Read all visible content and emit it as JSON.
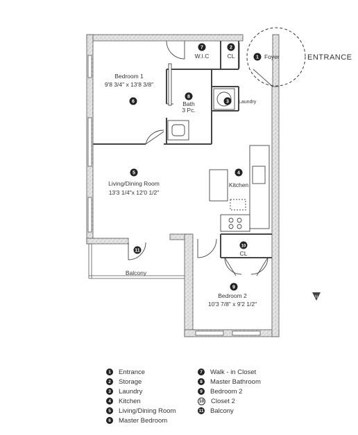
{
  "entrance_label": "ENTRANCE",
  "rooms": {
    "foyer": {
      "num": "1",
      "name": "Foyer"
    },
    "storage": {
      "num": "2",
      "name": "CL"
    },
    "laundry": {
      "num": "3",
      "name": "Laundry"
    },
    "kitchen": {
      "num": "4",
      "name": "Kitchen"
    },
    "living": {
      "num": "5",
      "name": "Living/Dining Room",
      "dims": "13'3 1/4\"x 12'0 1/2\""
    },
    "master": {
      "num": "6",
      "name": "Bedroom 1",
      "dims": "9'8 3/4\" x 13'8 3/8\""
    },
    "wic": {
      "num": "7",
      "name": "W.I.C"
    },
    "bath": {
      "num": "8",
      "name": "Bath",
      "sub": "3 Pc."
    },
    "bedroom2": {
      "num": "9",
      "name": "Bedroom 2",
      "dims": "10'3 7/8\" x 9'2 1/2\""
    },
    "closet2": {
      "num": "10",
      "name": "CL"
    },
    "balcony": {
      "num": "11",
      "name": "Balcony"
    }
  },
  "north_label": "N",
  "legend": {
    "left": [
      {
        "num": "1",
        "label": "Entrance"
      },
      {
        "num": "2",
        "label": "Storage"
      },
      {
        "num": "3",
        "label": "Laundry"
      },
      {
        "num": "4",
        "label": "Kitchen"
      },
      {
        "num": "5",
        "label": "Living/Dining Room"
      },
      {
        "num": "6",
        "label": "Master Bedroom"
      }
    ],
    "right": [
      {
        "num": "7",
        "label": "Walk - in Closet"
      },
      {
        "num": "8",
        "label": "Master Bathroom"
      },
      {
        "num": "9",
        "label": "Bedroom 2"
      },
      {
        "num": "10",
        "label": "Closet 2"
      },
      {
        "num": "11",
        "label": "Balcony"
      }
    ]
  }
}
